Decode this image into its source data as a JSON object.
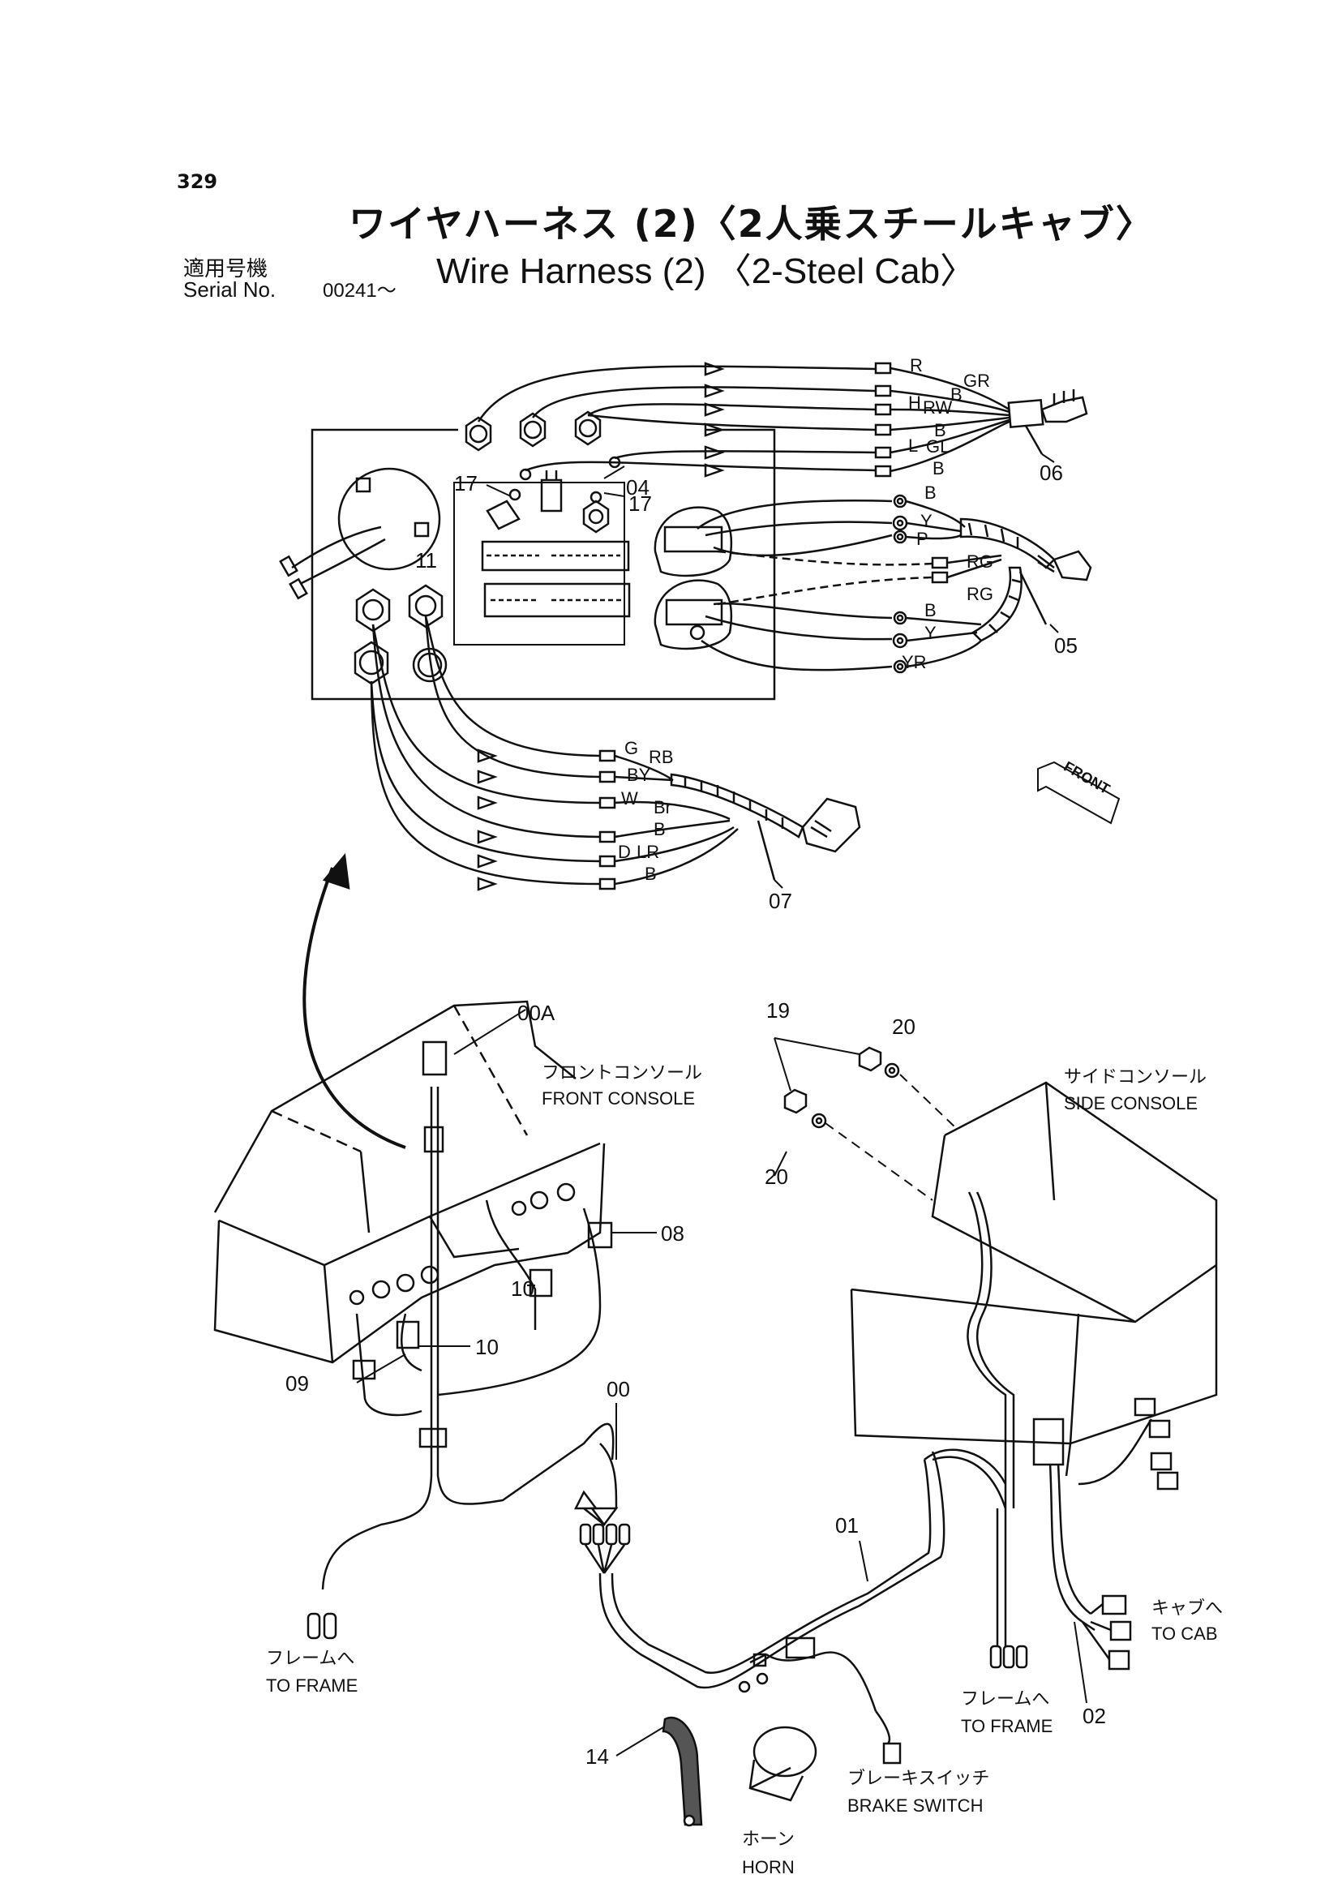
{
  "page_number": "329",
  "title_jp": "ワイヤハーネス (2)〈2人乗スチールキャブ〉",
  "title_en": "Wire Harness (2) 〈2-Steel Cab〉",
  "serial_label_jp": "適用号機",
  "serial_label_en": "Serial No.",
  "serial_value": "00241～",
  "wire_colors_06": [
    "R",
    "GR",
    "B",
    "H",
    "RW",
    "B",
    "L",
    "GL",
    "B"
  ],
  "wire_colors_05": [
    "B",
    "Y",
    "P",
    "RG",
    "RG",
    "B",
    "Y",
    "YR"
  ],
  "wire_colors_07": [
    "G",
    "RB",
    "BY",
    "W",
    "Br",
    "B",
    "D",
    "LR",
    "B"
  ],
  "parts": {
    "p06": "06",
    "p05": "05",
    "p07": "07",
    "p04": "04",
    "p17a": "17",
    "p17b": "17",
    "p11": "11",
    "p00a": "00A",
    "p08": "08",
    "p10a": "10",
    "p10b": "10",
    "p09": "09",
    "p00": "00",
    "p01": "01",
    "p02": "02",
    "p14": "14",
    "p19": "19",
    "p20a": "20",
    "p20b": "20"
  },
  "front_badge": "FRONT",
  "captions": {
    "front_console_jp": "フロントコンソール",
    "front_console_en": "FRONT CONSOLE",
    "side_console_jp": "サイドコンソール",
    "side_console_en": "SIDE CONSOLE",
    "to_cab_jp": "キャブへ",
    "to_cab_en": "TO CAB",
    "to_frame_left_jp": "フレームへ",
    "to_frame_left_en": "TO FRAME",
    "to_frame_right_jp": "フレームへ",
    "to_frame_right_en": "TO FRAME",
    "brake_switch_jp": "ブレーキスイッチ",
    "brake_switch_en": "BRAKE SWITCH",
    "horn_jp": "ホーン",
    "horn_en": "HORN"
  }
}
